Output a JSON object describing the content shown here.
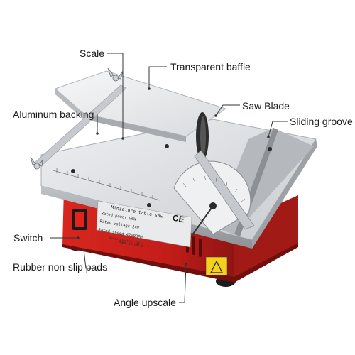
{
  "labels": {
    "scale": "Scale",
    "transparent_baffle": "Transparent baffle",
    "aluminum_backing": "Aluminum backing",
    "saw_blade": "Saw Blade",
    "sliding_groove": "Sliding groove",
    "switch": "Switch",
    "rubber_pads": "Rubber non-slip pads",
    "angle_upscale": "Angle upscale"
  },
  "nameplate": {
    "title": "Miniature table saw",
    "rated_power": "Rated power 96W",
    "rated_voltage": "Rated voltage 24V",
    "rated_speed": "Rated speed 4700RPM",
    "brand": "Wuxin electric tools",
    "made_in": "Made in China",
    "ce_mark": "CE"
  },
  "colors": {
    "body_red": "#c8201c",
    "body_red_dark": "#8f1512",
    "aluminum": "#d4d6d9",
    "aluminum_light": "#eceef0",
    "callout_text": "#1a1a1a",
    "leader_line": "#333333"
  },
  "icons": [
    "wing-nut-icon",
    "power-switch-icon",
    "warning-sticker-icon"
  ]
}
